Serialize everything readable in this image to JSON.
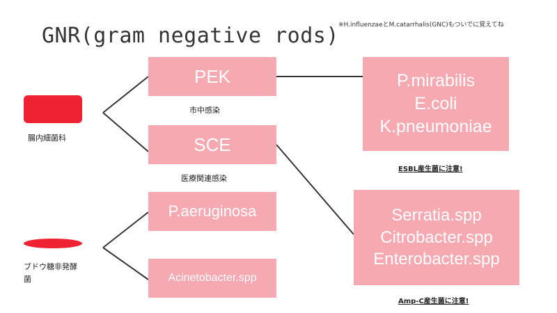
{
  "title": "GNR(gram negative rods)",
  "note": "※H.influenzaeとM.catarrhalis(GNC)もついでに覚えてね",
  "colors": {
    "box_fill": "#f7a9b2",
    "marker_red": "#ee2233",
    "line": "#333333",
    "box_text": "#ffffff"
  },
  "groups": {
    "enteric": {
      "label": "腸内細菌科"
    },
    "nonfermenter": {
      "label_line1": "ブドウ糖非発酵",
      "label_line2": "菌"
    }
  },
  "boxes": {
    "pek": "PEK",
    "sce": "SCE",
    "paeruginosa": "P.aeruginosa",
    "acinetobacter": "Acinetobacter.spp"
  },
  "captions": {
    "pek": "市中感染",
    "sce": "医療関連感染"
  },
  "esbl_list": {
    "items": [
      "P.mirabilis",
      "E.coli",
      "K.pneumoniae"
    ],
    "warning": "ESBL産生菌に注意!"
  },
  "ampc_list": {
    "items": [
      "Serratia.spp",
      "Citrobacter.spp",
      "Enterobacter.spp"
    ],
    "warning": "Amp-C産生菌に注意!"
  }
}
